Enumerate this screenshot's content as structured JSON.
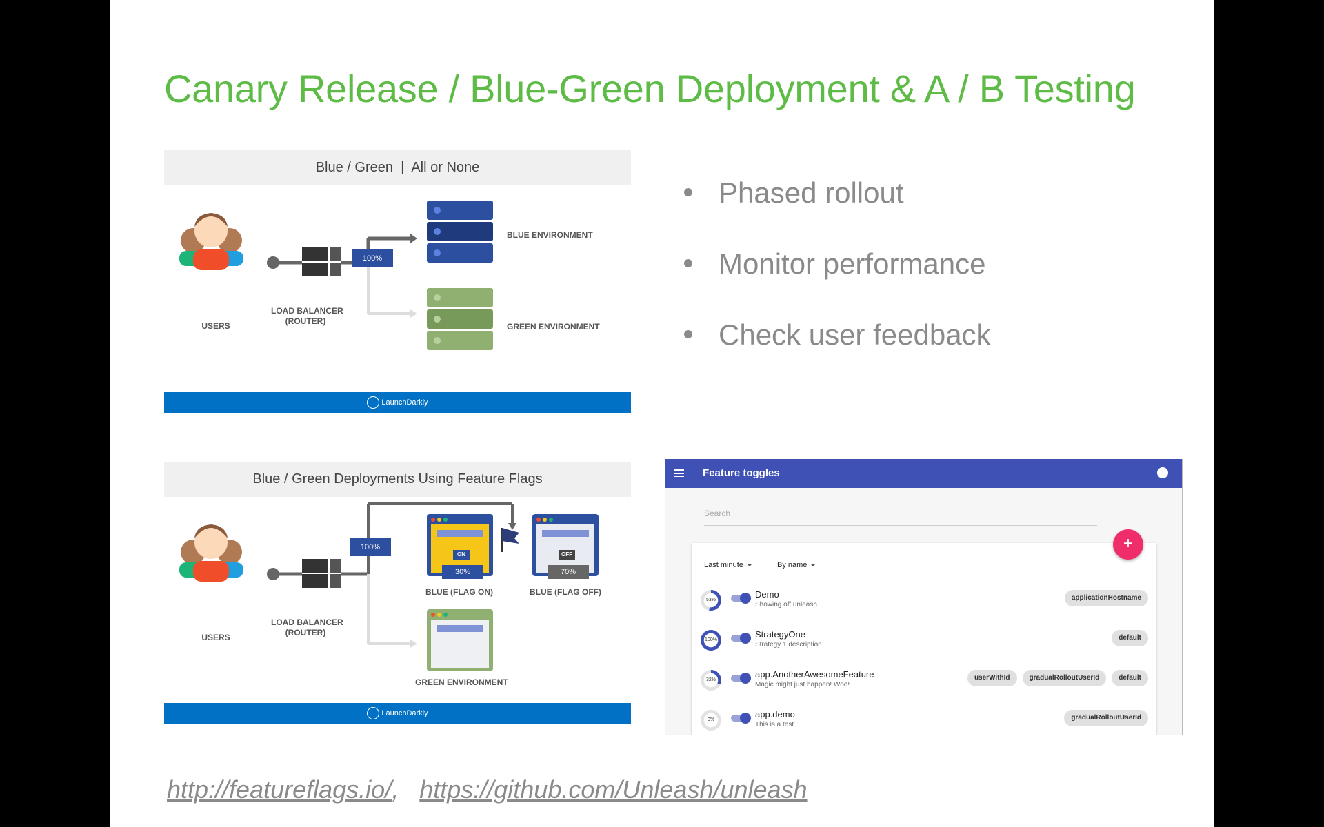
{
  "slide": {
    "title": "Canary Release / Blue-Green Deployment & A / B Testing",
    "bullets": [
      "Phased rollout",
      "Monitor performance",
      "Check user feedback"
    ],
    "links": [
      "http://featureflags.io/",
      "https://github.com/Unleash/unleash"
    ],
    "link_separator": ","
  },
  "diagram1": {
    "header": "Blue / Green  |  All or None",
    "users_label": "USERS",
    "lb_label_line1": "LOAD BALANCER",
    "lb_label_line2": "(ROUTER)",
    "traffic_badge": "100%",
    "blue_label": "BLUE ENVIRONMENT",
    "green_label": "GREEN ENVIRONMENT",
    "footer_brand": "LaunchDarkly"
  },
  "diagram2": {
    "header": "Blue / Green Deployments Using Feature Flags",
    "users_label": "USERS",
    "lb_label_line1": "LOAD BALANCER",
    "lb_label_line2": "(ROUTER)",
    "traffic_badge": "100%",
    "flag_on_badge": "ON",
    "flag_off_badge": "OFF",
    "on_percent": "30%",
    "off_percent": "70%",
    "blue_on_label": "BLUE (FLAG ON)",
    "blue_off_label": "BLUE (FLAG OFF)",
    "green_label": "GREEN ENVIRONMENT",
    "footer_brand": "LaunchDarkly"
  },
  "feature_toggles": {
    "title": "Feature toggles",
    "search_placeholder": "Search",
    "fab_label": "+",
    "filter_time": "Last minute",
    "filter_sort": "By name",
    "rows": [
      {
        "percent": "53%",
        "name": "Demo",
        "description": "Showing off unleash",
        "tags": [
          "applicationHostname"
        ]
      },
      {
        "percent": "100%",
        "name": "StrategyOne",
        "description": "Strategy 1 description",
        "tags": [
          "default"
        ]
      },
      {
        "percent": "32%",
        "name": "app.AnotherAwesomeFeature",
        "description": "Magic might just happen! Woo!",
        "tags": [
          "userWithId",
          "gradualRolloutUserId",
          "default"
        ]
      },
      {
        "percent": "0%",
        "name": "app.demo",
        "description": "This is a test",
        "tags": [
          "gradualRolloutUserId"
        ]
      }
    ],
    "percent_values": [
      0.53,
      1.0,
      0.32,
      0.0
    ]
  },
  "colors": {
    "title_green": "#5dbb46",
    "bullet_gray": "#8a8a8a",
    "launchdarkly_blue": "#0071c5",
    "unleash_indigo": "#3f51b5",
    "fab_pink": "#ef2d6b",
    "server_blue": "#2d4fa0",
    "server_green": "#8fb071"
  }
}
